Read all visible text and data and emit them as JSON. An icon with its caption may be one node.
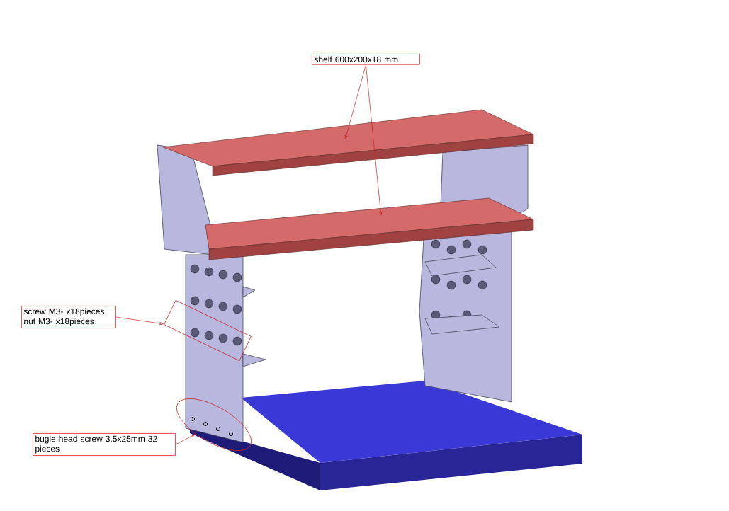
{
  "diagram": {
    "nodes": [
      {
        "text": [
          "shelf 600x200x18 mm"
        ]
      },
      {
        "text": [],
        "shape": "picture"
      },
      {
        "text": [],
        "shape": "picture"
      },
      {
        "text": [
          "screw M3- x18pieces",
          "nut M3- x18pieces"
        ]
      },
      {
        "text": [],
        "shape": "box"
      },
      {
        "text": [
          "bugle head screw 3.5x25mm 32 pieces"
        ]
      },
      {
        "text": [],
        "shape": "circle"
      }
    ],
    "edges": [
      {
        "from": 0,
        "to": 1,
        "arrow": "to"
      },
      {
        "from": 0,
        "to": 2,
        "arrow": "to"
      },
      {
        "from": 3,
        "to": 4,
        "arrow": "to"
      },
      {
        "from": 5,
        "to": 6,
        "arrow": "to"
      }
    ]
  }
}
